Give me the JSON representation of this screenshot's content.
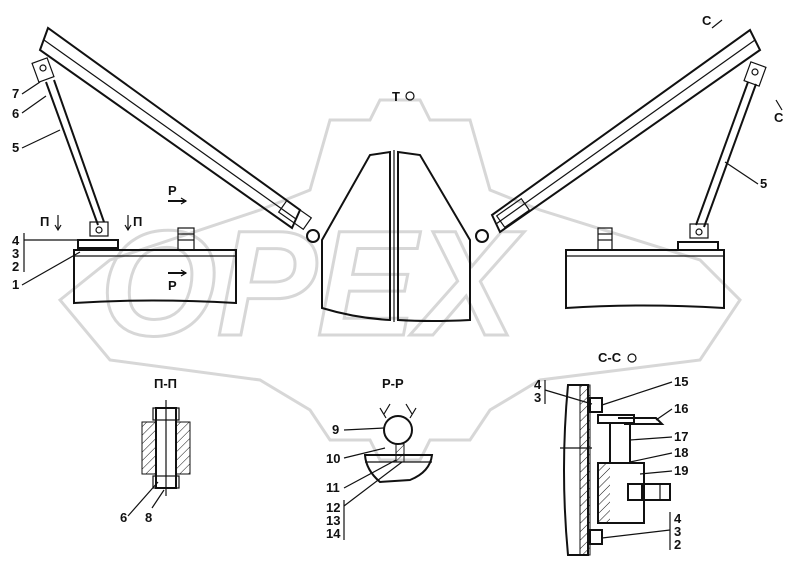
{
  "watermark": {
    "text": "OPEX"
  },
  "views": {
    "main": {
      "mark_T": "Т",
      "section_P": "Р",
      "section_P_lower": "Р",
      "section_Pi_left": "П",
      "section_Pi_right": "П",
      "section_C_top": "С",
      "section_C_right": "С",
      "callouts_left": [
        "7",
        "6",
        "5",
        "4",
        "3",
        "2",
        "1"
      ],
      "callout_right": "5"
    },
    "section_pp": {
      "title": "П-П",
      "callouts": [
        "6",
        "8"
      ]
    },
    "section_rr": {
      "title": "Р-Р",
      "callouts": [
        "9",
        "10",
        "11",
        "12",
        "13",
        "14"
      ]
    },
    "section_cc": {
      "title": "С-С",
      "callouts_left": [
        "4",
        "3"
      ],
      "callouts_right": [
        "15",
        "16",
        "17",
        "18",
        "19"
      ],
      "callouts_bottom": [
        "4",
        "3",
        "2"
      ]
    }
  }
}
